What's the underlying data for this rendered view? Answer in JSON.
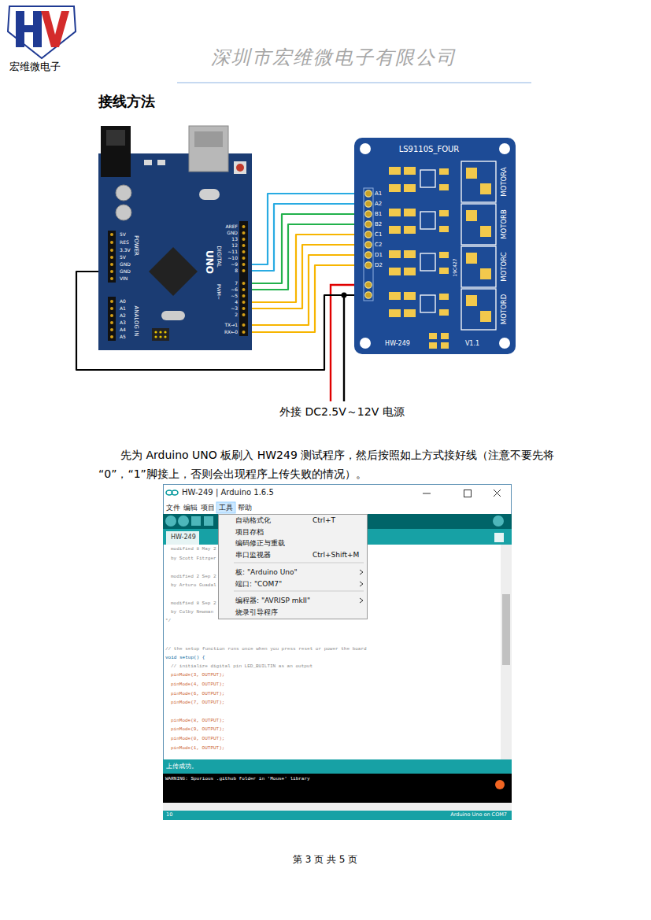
{
  "diagram": {
    "title": "接线方法",
    "nodes": [
      {
        "text": [
          "UNO",
          "POWER",
          "ANALOG IN",
          "DIGITAL",
          "PWM~",
          "5V",
          "RES",
          "3.3V",
          "5V",
          "GND",
          "GND",
          "VIN",
          "A0",
          "A1",
          "A2",
          "A3",
          "A4",
          "A5",
          "AREF",
          "GND",
          "13",
          "12",
          "~11",
          "~10",
          "~9",
          "8",
          "7",
          "~6",
          "~5",
          "4",
          "~3",
          "2",
          "TX→1",
          "RX←0"
        ]
      },
      {
        "text": [
          "LS9110S_FOUR",
          "A1",
          "A2",
          "B1",
          "B2",
          "C1",
          "C2",
          "D1",
          "D2",
          "MOTORA",
          "MOTORB",
          "MOTORC",
          "MOTORD",
          "19C427",
          "HW-249",
          "V1.1"
        ]
      },
      {
        "text": [
          "HW-249 | Arduino 1.6.5",
          "文件",
          "编辑",
          "项目",
          "工具",
          "帮助",
          "HW-249",
          "modified 8 May 2",
          "by Scott Fitzger",
          "modified 2 Sep 2",
          "by Arturo Guadal",
          "modified 8 Sep 2",
          "by Colby Newman",
          "*/",
          "// the setup function runs once when you press reset or power the board",
          "void setup() {",
          "// initialize digital pin LED_BUILTIN as an output",
          "pinMode(3, OUTPUT);",
          "pinMode(4, OUTPUT);",
          "pinMode(6, OUTPUT);",
          "pinMode(7, OUTPUT);",
          "pinMode(8, OUTPUT);",
          "pinMode(9, OUTPUT);",
          "pinMode(0, OUTPUT);",
          "pinMode(1, OUTPUT);",
          "上传成功。",
          "WARNING: Spurious .github folder in 'Mouse' library",
          "10",
          "Arduino Uno on COM7"
        ]
      },
      {
        "text": [
          "自动格式化",
          "Ctrl+T",
          "项目存档",
          "编码修正与重载",
          "串口监视器",
          "Ctrl+Shift+M",
          "板: \"Arduino Uno\"",
          "端口: \"COM7\"",
          "编程器: \"AVRISP mkII\"",
          "烧录引导程序"
        ],
        "in": 2
      }
    ],
    "edges": [
      {
        "from": 0,
        "to": 1,
        "arrow": "none"
      },
      {
        "from": 0,
        "to": 1,
        "arrow": "none"
      },
      {
        "from": 0,
        "to": 1,
        "arrow": "none"
      },
      {
        "from": 0,
        "to": 1,
        "arrow": "none"
      },
      {
        "from": 0,
        "to": 1,
        "arrow": "none"
      },
      {
        "from": 0,
        "to": 1,
        "arrow": "none"
      },
      {
        "from": 0,
        "to": 1,
        "arrow": "none"
      },
      {
        "from": 0,
        "to": 1,
        "arrow": "none"
      },
      {
        "from": 0,
        "to": 1,
        "arrow": "none"
      }
    ],
    "labels": [
      "宏维微电子",
      "深圳市宏维微电子有限公司",
      "外接 DC2.5V～12V 电源",
      "先为 Arduino UNO 板刷入 HW249 测试程序，然后按照如上方式接好线（注意不要先将“0”，“1”脚接上，否则会出现程序上传失败的情况）。",
      "第 3 页 共 5 页"
    ]
  }
}
